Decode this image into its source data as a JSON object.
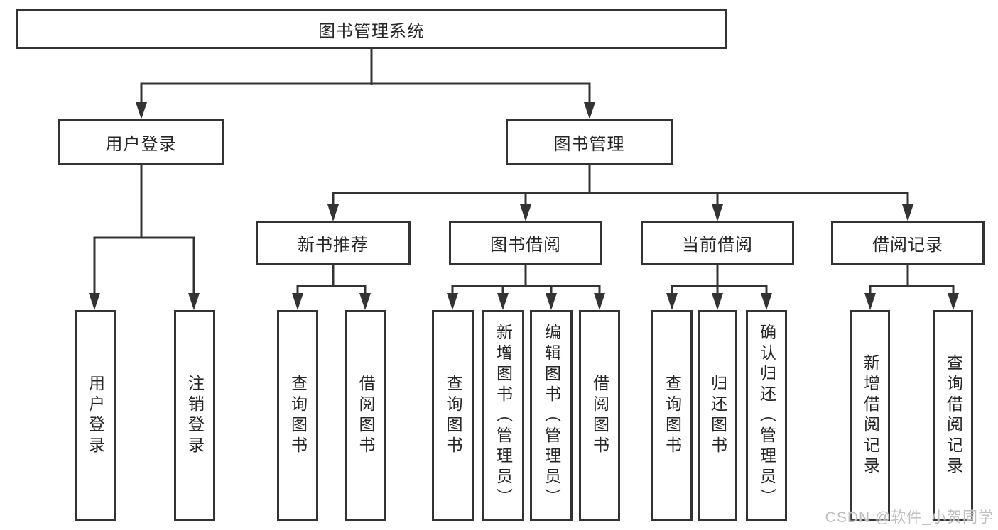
{
  "diagram_title": "图书管理系统",
  "nodes": {
    "root": "图书管理系统",
    "user_login": "用户登录",
    "book_management": "图书管理",
    "new_book_recommend": "新书推荐",
    "book_borrow": "图书借阅",
    "current_borrow": "当前借阅",
    "borrow_records": "借阅记录",
    "leaves": {
      "user_login": "用户登录",
      "logout": "注销登录",
      "recommend_query_books": "查询图书",
      "recommend_borrow_books": "借阅图书",
      "borrow_query_books": "查询图书",
      "borrow_add_books": "新增图书（管理员）",
      "borrow_edit_books": "编辑图书（管理员）",
      "borrow_borrow_books": "借阅图书",
      "current_query_books": "查询图书",
      "current_return_books": "归还图书",
      "current_confirm_return": "确认归还（管理员）",
      "records_add_record": "新增借阅记录",
      "records_query_record": "查询借阅记录"
    }
  },
  "watermark": "CSDN @软件_小贺同学",
  "colors": {
    "line": "#333333",
    "box_border": "#333333",
    "text": "#262626",
    "watermark": "#bfbfbf",
    "background": "#ffffff"
  }
}
